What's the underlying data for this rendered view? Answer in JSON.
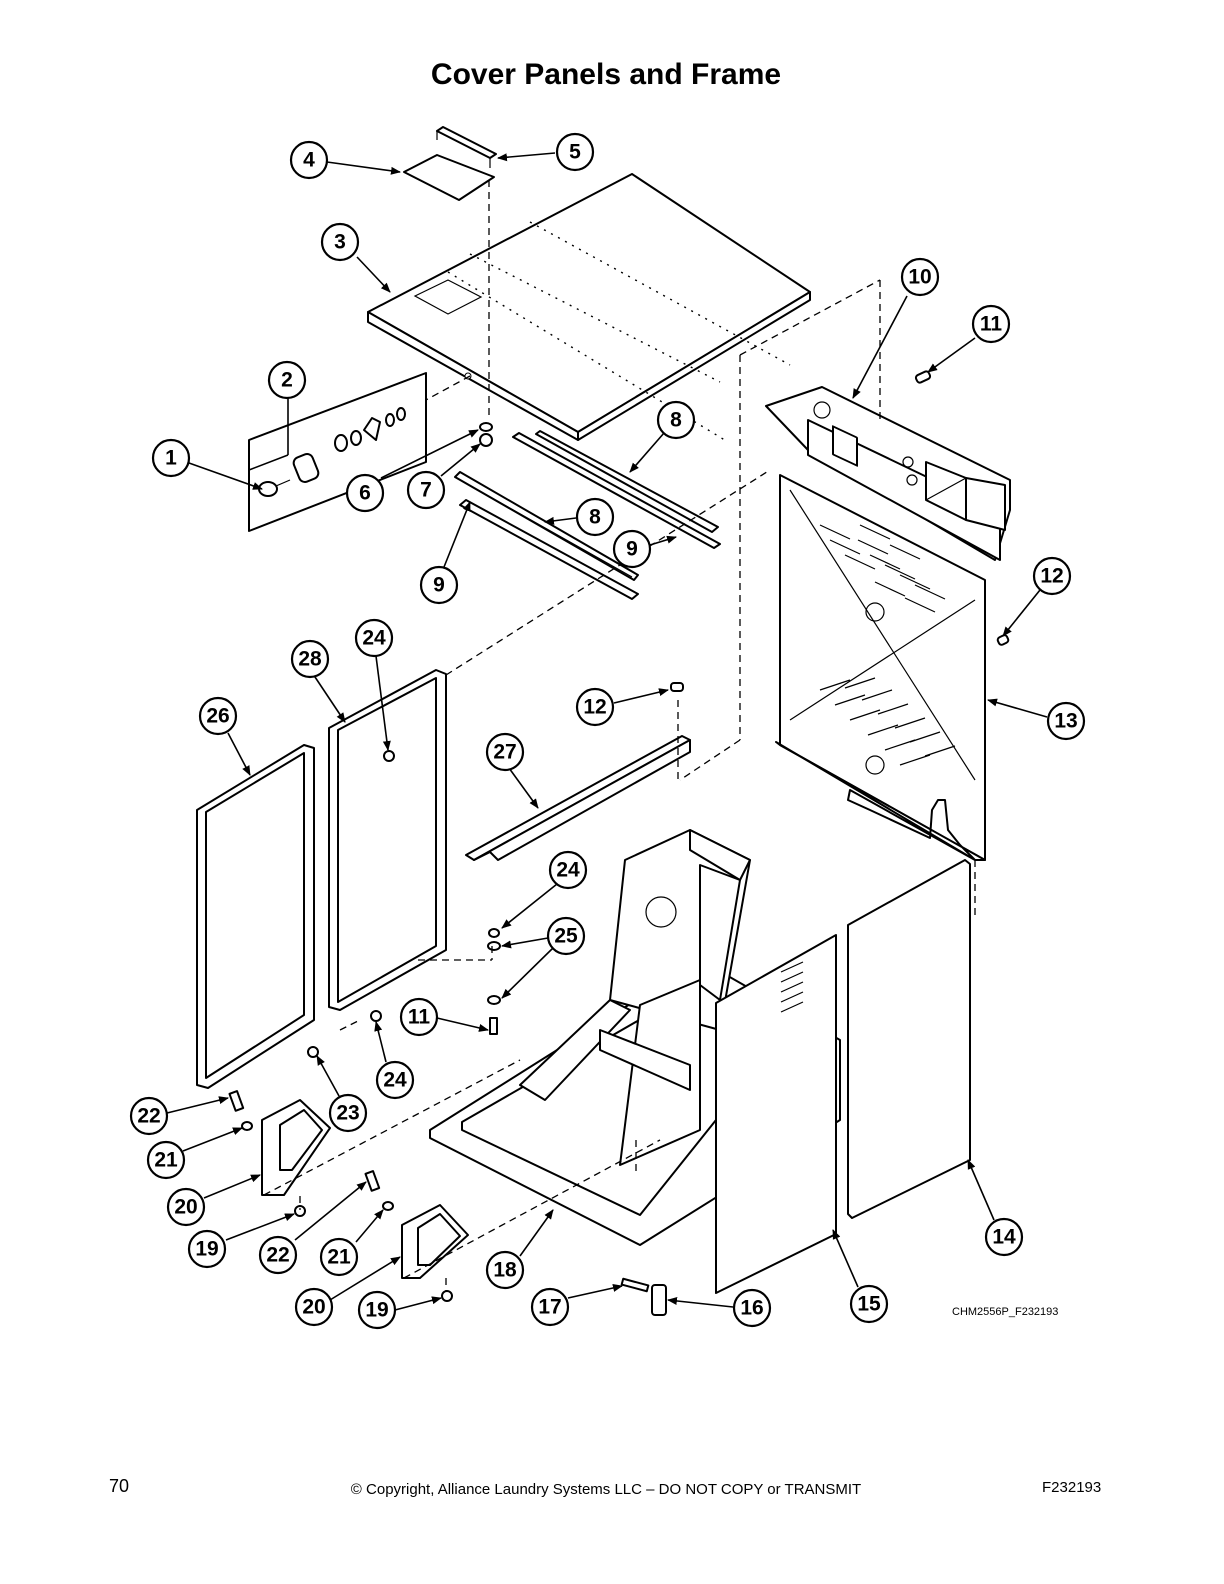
{
  "title": "Cover Panels and Frame",
  "drawing_code": "CHM2556P_F232193",
  "footer": {
    "page_number": "70",
    "copyright": "© Copyright, Alliance Laundry Systems LLC – DO NOT COPY or TRANSMIT",
    "document_code": "F232193"
  },
  "callouts": [
    "1",
    "2",
    "3",
    "4",
    "5",
    "6",
    "7",
    "8",
    "8",
    "9",
    "9",
    "10",
    "11",
    "11",
    "12",
    "12",
    "13",
    "14",
    "15",
    "16",
    "17",
    "18",
    "19",
    "19",
    "20",
    "20",
    "21",
    "21",
    "22",
    "22",
    "23",
    "24",
    "24",
    "24",
    "25",
    "26",
    "27",
    "28"
  ]
}
